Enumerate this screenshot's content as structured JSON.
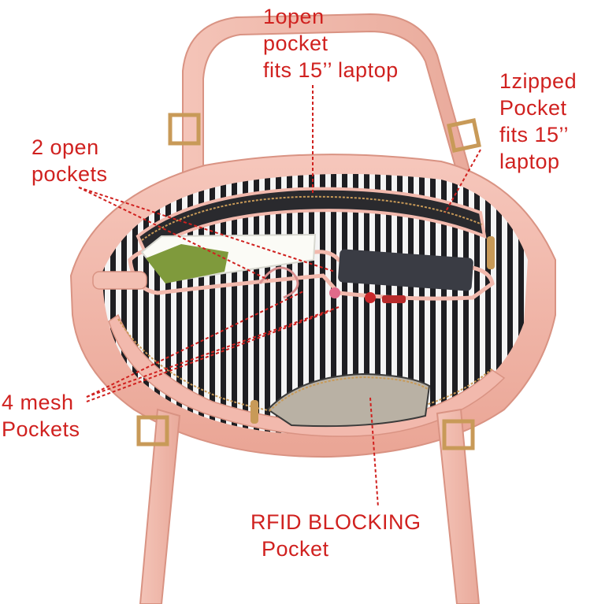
{
  "labels": {
    "open_laptop_pocket": [
      "1open",
      "pocket",
      "fits 15’’ laptop"
    ],
    "zipped_pocket": [
      "1zipped",
      "Pocket",
      "fits 15’’",
      "laptop"
    ],
    "two_open_pockets": [
      "2 open",
      "pockets"
    ],
    "mesh_pockets": [
      "4 mesh",
      "Pockets"
    ],
    "rfid_pocket": [
      "RFID BLOCKING",
      "Pocket"
    ]
  },
  "colors": {
    "annotation_red": "#d0211f",
    "bag_pink": "#f2b9ad",
    "stripe_dark": "#1e1e22",
    "stripe_light": "#f4f4f4",
    "hardware_gold": "#c89a58"
  }
}
